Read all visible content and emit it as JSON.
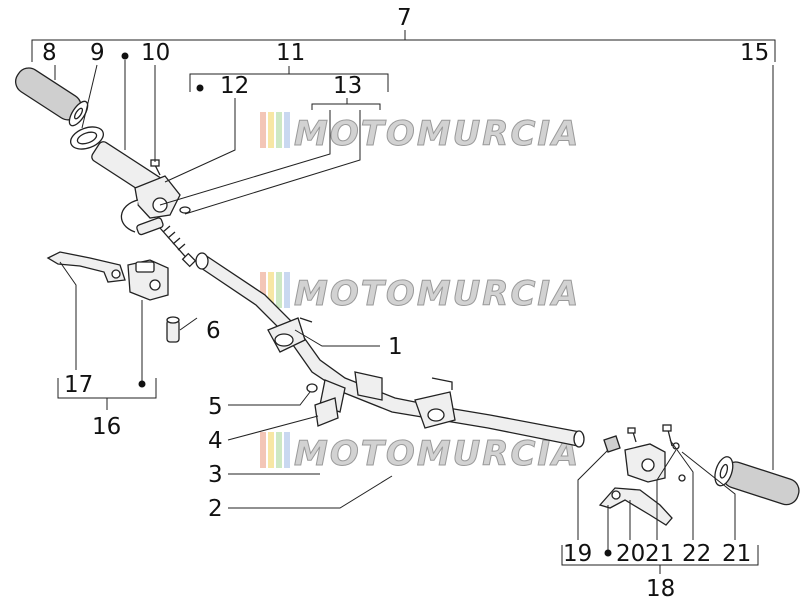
{
  "watermark": {
    "text": "MOTOMURCIA",
    "stripe_colors": [
      "#f3c6b6",
      "#f7e7a5",
      "#cde8c4",
      "#c9d8f0"
    ]
  },
  "callouts": {
    "n1": "1",
    "n2": "2",
    "n3": "3",
    "n4": "4",
    "n5": "5",
    "n6": "6",
    "n7": "7",
    "n8": "8",
    "n9": "9",
    "n10": "10",
    "n11": "11",
    "n12": "12",
    "n13": "13",
    "n15": "15",
    "n16": "16",
    "n17": "17",
    "n18": "18",
    "n19": "19",
    "n20": "20",
    "n21a": "21",
    "n22": "22",
    "n21b": "21"
  }
}
